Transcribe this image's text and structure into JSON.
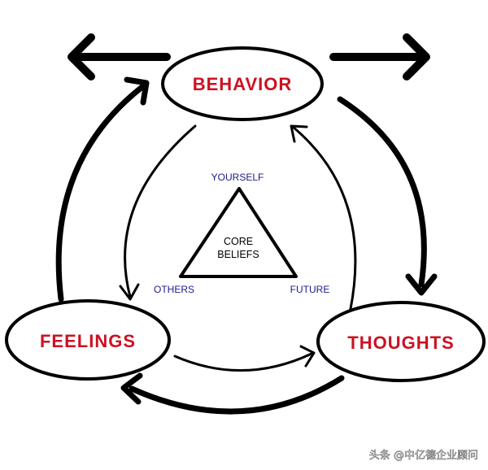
{
  "colors": {
    "stroke": "#000000",
    "node_text": "#cc1122",
    "corner_text": "#1a1a8c",
    "core_text": "#000000",
    "watermark_text": "#ffffff",
    "background": "#ffffff"
  },
  "nodes": {
    "behavior": "BEHAVIOR",
    "feelings": "FEELINGS",
    "thoughts": "THOUGHTS"
  },
  "triangle": {
    "top": "YOURSELF",
    "left": "OTHERS",
    "right": "FUTURE",
    "center_line1": "CORE",
    "center_line2": "BELIEFS"
  },
  "watermark": {
    "text": "头条 @中亿德企业顾问"
  }
}
